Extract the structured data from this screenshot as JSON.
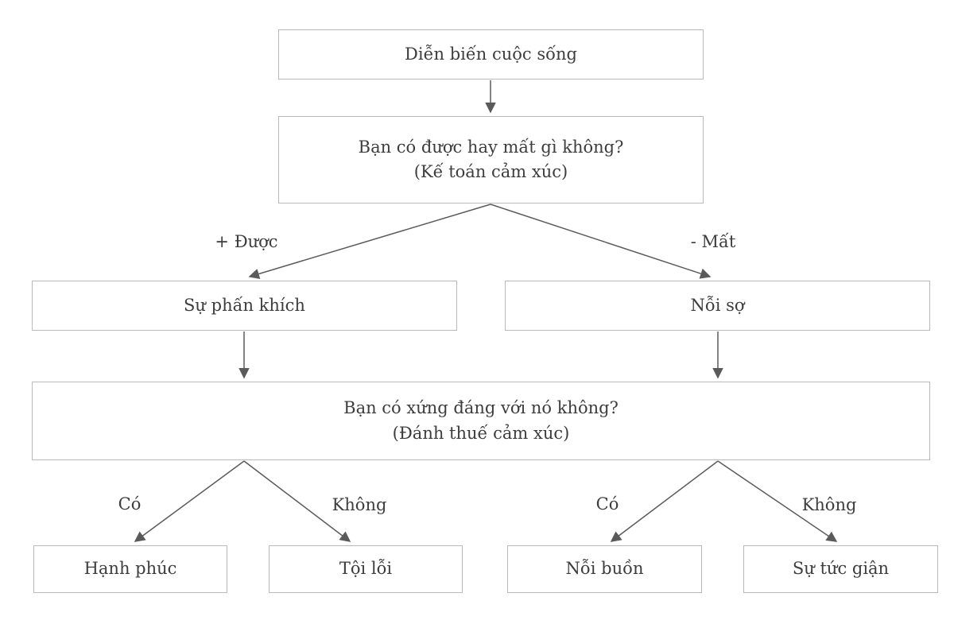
{
  "diagram": {
    "title_hint": "Emotional accounting flowchart (Vietnamese)",
    "colors": {
      "background": "#ffffff",
      "box_border": "#b9b9b9",
      "text": "#3d3d3d",
      "arrow": "#5a5a5a"
    },
    "nodes": {
      "life_events": {
        "label": "Diễn biến cuộc sống"
      },
      "gain_lose_question": {
        "line1": "Bạn có được hay mất gì không?",
        "line2": "(Kế toán cảm xúc)"
      },
      "excitement": {
        "label": "Sự phấn khích"
      },
      "fear": {
        "label": "Nỗi sợ"
      },
      "deserve_question": {
        "line1": "Bạn có xứng đáng với nó không?",
        "line2": "(Đánh thuế cảm xúc)"
      },
      "happiness": {
        "label": "Hạnh phúc"
      },
      "guilt": {
        "label": "Tội lỗi"
      },
      "sadness": {
        "label": "Nỗi buồn"
      },
      "anger": {
        "label": "Sự tức giận"
      }
    },
    "edge_labels": {
      "gain": "+ Được",
      "lose": "- Mất",
      "yes_left": "Có",
      "no_left": "Không",
      "yes_right": "Có",
      "no_right": "Không"
    }
  }
}
